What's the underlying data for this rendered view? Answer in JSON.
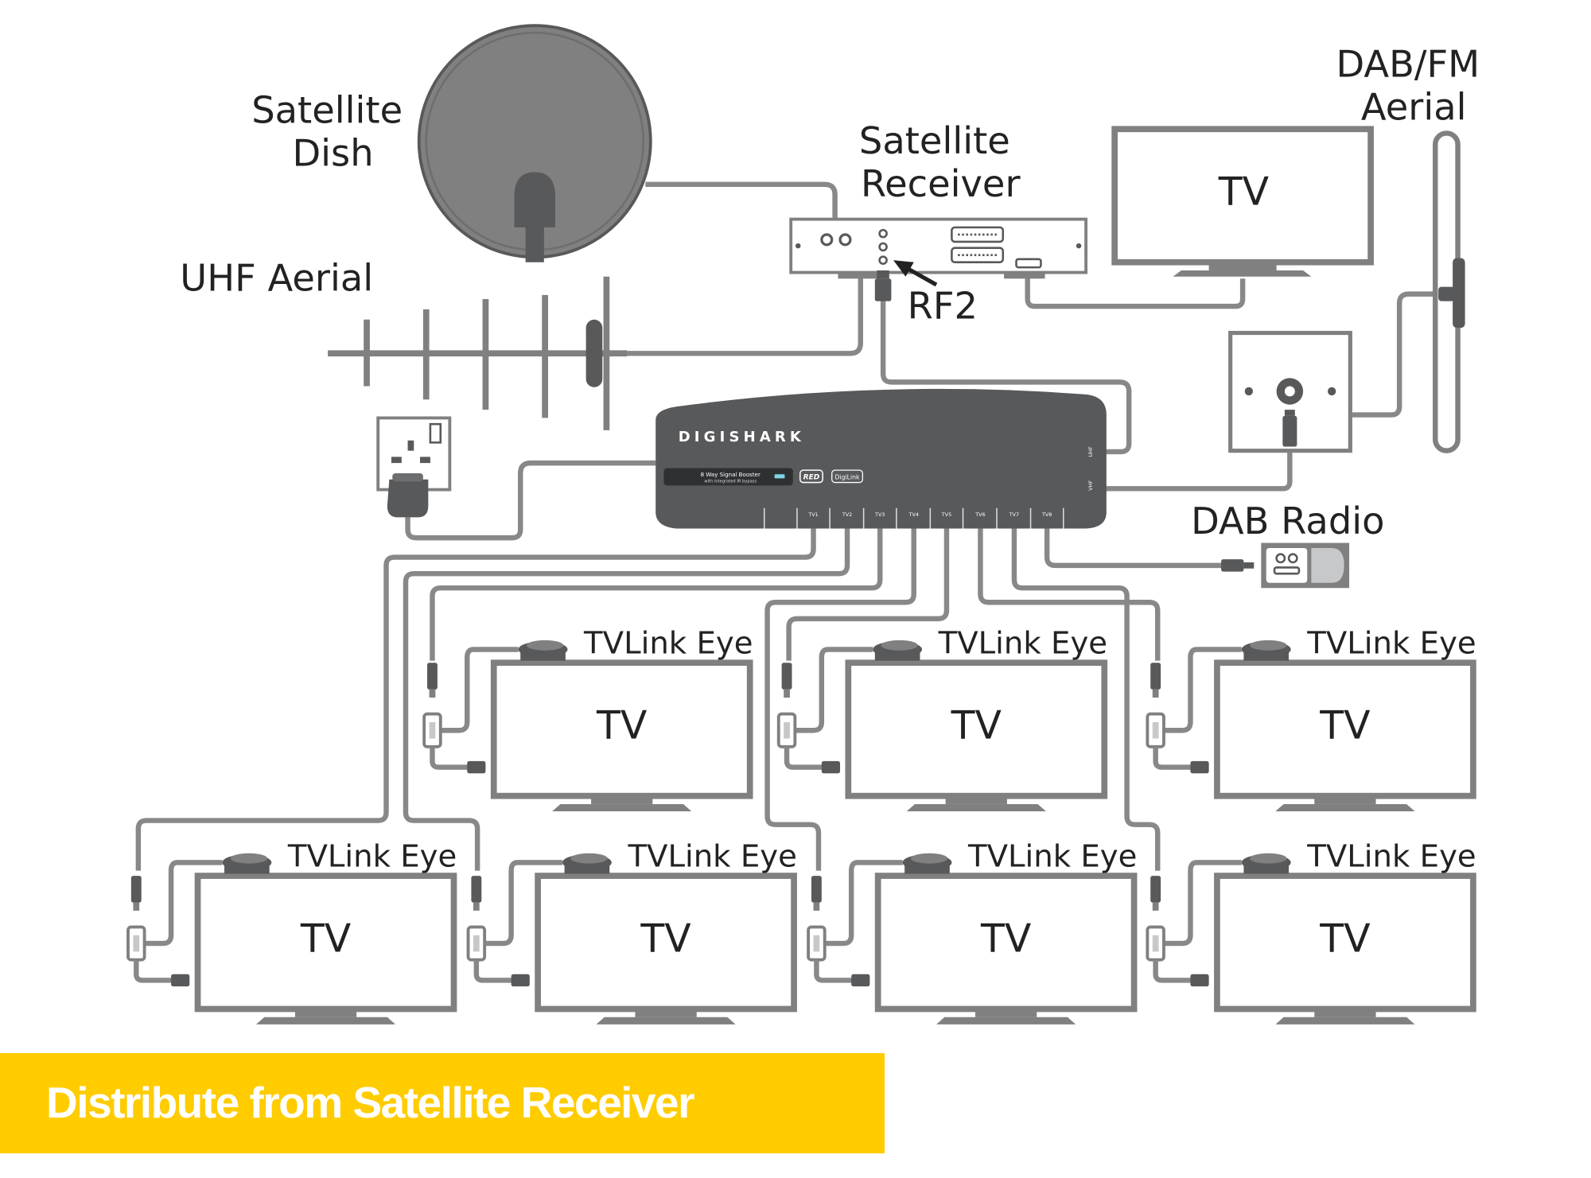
{
  "labels": {
    "satellite_dish": [
      "Satellite",
      "Dish"
    ],
    "satellite_receiver": [
      "Satellite",
      "Receiver"
    ],
    "dab_fm_aerial": [
      "DAB/FM",
      "Aerial"
    ],
    "uhf_aerial": "UHF Aerial",
    "rf2": "RF2",
    "dab_radio": "DAB Radio"
  },
  "booster": {
    "brand": "DIGISHARK",
    "label_line1": "8 Way Signal Booster",
    "label_line2": "with integrated IR bypass",
    "badge_red": "RED",
    "badge_digilink": "DigiLink",
    "ports": [
      "TV1",
      "TV2",
      "TV3",
      "TV4",
      "TV5",
      "TV6",
      "TV7",
      "TV8"
    ],
    "side_ports": [
      "UHF",
      "VHF"
    ]
  },
  "tvs": {
    "main": "TV",
    "multiroom": [
      {
        "tv": "TV",
        "eye": "TVLink Eye"
      },
      {
        "tv": "TV",
        "eye": "TVLink Eye"
      },
      {
        "tv": "TV",
        "eye": "TVLink Eye"
      },
      {
        "tv": "TV",
        "eye": "TVLink Eye"
      },
      {
        "tv": "TV",
        "eye": "TVLink Eye"
      },
      {
        "tv": "TV",
        "eye": "TVLink Eye"
      },
      {
        "tv": "TV",
        "eye": "TVLink Eye"
      }
    ]
  },
  "banner": {
    "text": "Distribute from Satellite Receiver",
    "color": "#FFCC00"
  },
  "colors": {
    "device_dark": "#58595B",
    "device_mid": "#808080",
    "outline": "#7d7d7d",
    "wire": "#888888"
  }
}
